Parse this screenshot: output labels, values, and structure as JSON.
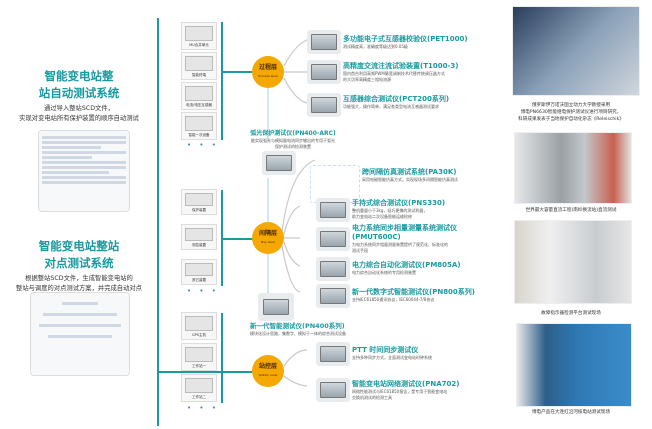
{
  "left": {
    "auto_test": {
      "title_line1": "智能变电站整",
      "title_line2": "站自动测试系统",
      "desc_line1": "通过导入整站SCD文件，",
      "desc_line2": "实现对变电站所有保护装置的顺序自动测试"
    },
    "point_test": {
      "title_line1": "智能变电站整站",
      "title_line2": "对点测试系统",
      "desc_line1": "根据整站SCD文件，生成智能变电站的",
      "desc_line2": "整站与调度的对点测试方案，并完成自动对点"
    }
  },
  "devices": {
    "process": [
      "MU合并单元",
      "智能终端",
      "电流/电压互感器",
      "智能一次设备"
    ],
    "bay": [
      "保护装置",
      "测控装置",
      "其它装置"
    ],
    "station": [
      "GPS主机",
      "工作站一",
      "工作站二"
    ],
    "more": "• • •"
  },
  "layers": {
    "process": {
      "label": "过程层",
      "sub": "Process level"
    },
    "bay": {
      "label": "间隔层",
      "sub": "Bay level"
    },
    "station": {
      "label": "站控层",
      "sub": "Station level"
    }
  },
  "products": [
    {
      "title": "多功能电子式互感器校验仪(PET1000)",
      "desc": [
        "测试精度高，准确度等级达到0.05级"
      ]
    },
    {
      "title": "高精度交流注流试验装置(T1000-3)",
      "desc": [
        "国内首台利用高频PWM脉宽调制技术代替传统调压器方式",
        "的大功率高精度三相电流源"
      ]
    },
    {
      "title": "互感器综合测试仪(PCT200系列)",
      "desc": [
        "功能强大，操作简单，满足各类型电流互感器测试要求"
      ]
    },
    {
      "title": "弧光保护测试仪(PN400-ARC)",
      "desc": [
        "能实现弧光与模拟量电流同步输出的专用于弧光",
        "保护测试的检测装置"
      ]
    },
    {
      "title": "跨间隔仿真测试系统(PA30K)",
      "desc": [
        "采用电磁智能仿真方式，实现现场多间隔智能仿真测试"
      ]
    },
    {
      "title": "手持式综合测试仪(PNS330)",
      "desc": [
        "整机重量小于3kg，轻巧便携的测试利器，",
        "助力变电站二次设备智能运维检修"
      ]
    },
    {
      "title": "电力系统同步相量测量系统测试仪",
      "title2": "(PMUT600C)",
      "desc": [
        "为电力系统同步相量测量装置提供了规范化、标准化的",
        "测试手段"
      ]
    },
    {
      "title": "电力综合自动化测试仪(PM805A)",
      "desc": [
        "电力综合自动化系统的专用检测装置"
      ]
    },
    {
      "title": "新一代数字式智能测试仪(PN800系列)",
      "desc": [
        "支持IEC61850通讯协议，IEC60044-7/8协议"
      ]
    },
    {
      "title": "新一代智能测试仪(PN400系列)",
      "desc": [
        "模块化设计思路，集数字、模拟于一体的综合测试设备"
      ]
    },
    {
      "title": "PTT 时间同步测试仪",
      "desc": [
        "支持多种同步方式，全面测试变电站时钟系统"
      ]
    },
    {
      "title": "智能变电站网络测试仪(PNA702)",
      "desc": [
        "网络性能测试与IEC61850报告，是专用于智能变电站",
        "交换机测试的检测工具"
      ]
    }
  ],
  "photos": [
    {
      "caption": [
        "俄罗斯伊万诺沃国立动力大学教授采用",
        "博电PN6630智能继电保护测试仪进行项目研究，",
        "科研成果发表于当地保护自动化杂志《Releischik》"
      ]
    },
    {
      "caption": [
        "世界最大容量直流工程(南岭换流站)直流测试"
      ]
    },
    {
      "caption": [
        "故障指示器检测平台测试现场"
      ]
    },
    {
      "caption": [
        "博电产品在大连红沿河核电站测试现场"
      ]
    }
  ],
  "colors": {
    "accent": "#1a9aa0",
    "layer": "#f5a800"
  }
}
